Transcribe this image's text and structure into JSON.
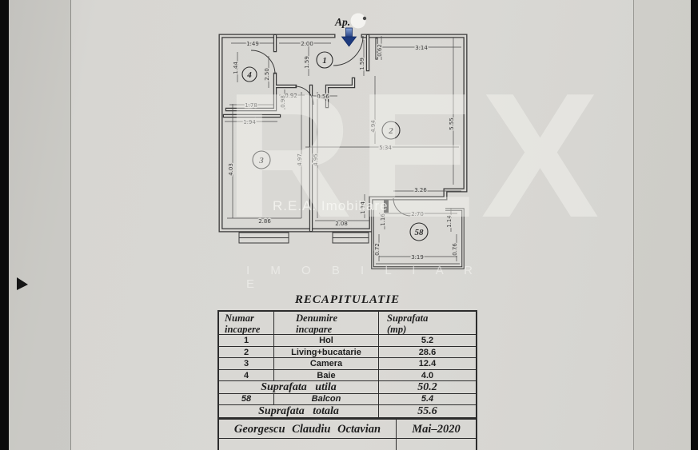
{
  "plan": {
    "ap_label": "Ap.",
    "rooms": [
      {
        "n": "1"
      },
      {
        "n": "4"
      },
      {
        "n": "2"
      },
      {
        "n": "3"
      },
      {
        "n": "58"
      }
    ],
    "dims": [
      "1.49",
      "2.00",
      "3.14",
      "1.44",
      "2.50",
      "1.59",
      "1.59",
      "0.62",
      "5.55",
      "4.94",
      "5.34",
      "4.97",
      "4.95",
      "4.03",
      "1.94",
      "1.78",
      "0.92",
      "0.56",
      "0.98",
      "3.26",
      "2.70",
      "1.14",
      "1.16",
      "1.14",
      "0.72",
      "0.76",
      "3.19",
      "2.86",
      "2.08"
    ]
  },
  "watermark": {
    "big": "REX",
    "small": "R.E.A. Imobiliare",
    "spaced": "I M O B I L I A R E"
  },
  "recap": {
    "title": "RECAPITULATIE",
    "headers": [
      {
        "l1": "Numar",
        "l2": "incapere"
      },
      {
        "l1": "Denumire",
        "l2": "incapare"
      },
      {
        "l1": "Suprafata",
        "l2": "(mp)"
      }
    ],
    "rows": [
      {
        "nr": "1",
        "name": "Hol",
        "area": "5.2"
      },
      {
        "nr": "2",
        "name": "Living+bucatarie",
        "area": "28.6"
      },
      {
        "nr": "3",
        "name": "Camera",
        "area": "12.4"
      },
      {
        "nr": "4",
        "name": "Baie",
        "area": "4.0"
      }
    ],
    "utila": {
      "label": "Suprafata utila",
      "value": "50.2"
    },
    "balcon": {
      "nr": "58",
      "name": "Balcon",
      "area": "5.4"
    },
    "totala": {
      "label": "Suprafata totala",
      "value": "55.6"
    },
    "signature": {
      "name": "Georgescu Claudiu Octavian",
      "date": "Mai–2020"
    }
  }
}
